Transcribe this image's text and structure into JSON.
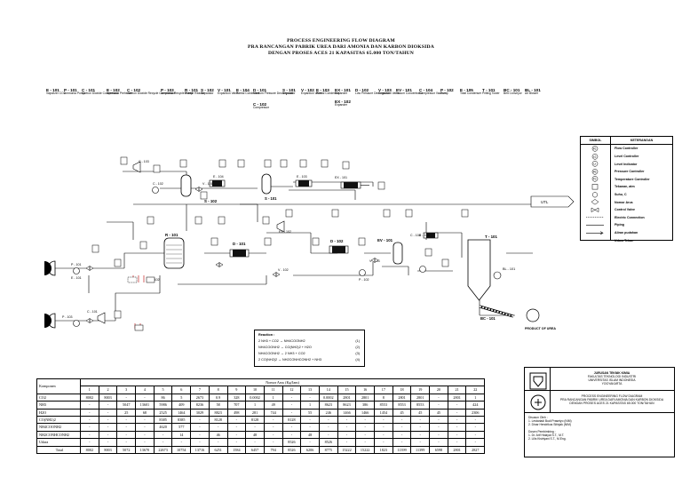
{
  "header": {
    "line1": "PROCESS ENGINEERING FLOW DIAGRAM",
    "line2": "PRA RANCANGAN PABRIK UREA DARI AMONIA DAN KARBON DIOKSIDA",
    "line3": "DENGAN PROSES ACES 21 KAPASITAS 65.000 TON/TAHUN"
  },
  "equipment": [
    {
      "code": "E - 101",
      "name": "Vaporizer CO2"
    },
    {
      "code": "P - 101",
      "name": "Ammonia Pump"
    },
    {
      "code": "C - 101",
      "name": "Carbon Dioxide Compressor"
    },
    {
      "code": "E - 102",
      "name": "Ammonia Preheater"
    },
    {
      "code": "C - 102",
      "name": "Carbon Dioxide Recycle Compressor"
    },
    {
      "code": "P - 103",
      "name": "Ammonia Recycle Pump"
    },
    {
      "code": "R - 101",
      "name": "Bubble Reactor"
    },
    {
      "code": "S - 102",
      "name": "Separator"
    },
    {
      "code": "V - 101",
      "name": "Expantion Valve"
    },
    {
      "code": "E - 104",
      "name": "Partial Condenser"
    },
    {
      "code": "D - 101",
      "name": "Medium Pressure Decomposer"
    },
    {
      "code": "C - 102",
      "name": "Compressor"
    },
    {
      "code": "S - 101",
      "name": "Separator"
    },
    {
      "code": "V - 102",
      "name": "Expantion Valve"
    },
    {
      "code": "E - 103",
      "name": "Partial Condenser"
    },
    {
      "code": "EX - 101",
      "name": "Expander"
    },
    {
      "code": "EX - 102",
      "name": "Expander"
    },
    {
      "code": "D - 102",
      "name": "Low Pressure Decomposer"
    },
    {
      "code": "V - 103",
      "name": "Expantion Valve"
    },
    {
      "code": "EV - 101",
      "name": "Vacum Concentrator"
    },
    {
      "code": "C - 104",
      "name": "Compressor Vacuum"
    },
    {
      "code": "P - 102",
      "name": "Pump"
    },
    {
      "code": "E - 105",
      "name": "Total Condenser"
    },
    {
      "code": "T - 101",
      "name": "Prilling Tower"
    },
    {
      "code": "BC - 101",
      "name": "Belt Conveyor"
    },
    {
      "code": "BL - 101",
      "name": "Air Blower"
    }
  ],
  "legend": {
    "col_symbol": "SIMBOL",
    "col_desc": "KETERANGAN",
    "items": [
      {
        "label": "Flow Controller",
        "icon": "flow-controller-icon"
      },
      {
        "label": "Level Controller",
        "icon": "level-controller-icon"
      },
      {
        "label": "Level Indicator",
        "icon": "level-indicator-icon"
      },
      {
        "label": "Pressure Controller",
        "icon": "pressure-controller-icon"
      },
      {
        "label": "Temperature Controller",
        "icon": "temperature-controller-icon"
      },
      {
        "label": "Tekanan, atm",
        "icon": "pressure-tag-icon"
      },
      {
        "label": "Suhu, C",
        "icon": "temperature-tag-icon"
      },
      {
        "label": "Nomor Arus",
        "icon": "stream-number-icon"
      },
      {
        "label": "Control Valve",
        "icon": "control-valve-icon"
      },
      {
        "label": "Electric Connection",
        "icon": "electric-connection-icon"
      },
      {
        "label": "Piping",
        "icon": "piping-icon"
      },
      {
        "label": "Aliran pudahan",
        "icon": "flow-arrow-icon"
      },
      {
        "label": "Udara Tekan",
        "icon": "compressed-air-icon"
      }
    ]
  },
  "diagram_labels": {
    "r101": "R - 101",
    "s102": "S - 102",
    "s101": "S - 101",
    "d101": "D - 101",
    "d102": "D - 102",
    "ev101": "EV - 101",
    "t101": "T - 101",
    "utl": "UTL",
    "product": "PRODUCT OF UREA",
    "bc101": "BC - 101",
    "bl101": "BL - 101",
    "p101": "P - 101",
    "p102": "P - 102",
    "p103": "P - 103",
    "c101": "C - 101",
    "c102": "C - 102",
    "c103": "C - 103",
    "c104": "C - 104",
    "e101": "E - 101",
    "e102": "E - 102",
    "e103": "E - 103",
    "e104": "E - 104",
    "e105": "E - 105",
    "ex101": "EX - 101",
    "ex102": "EX - 102",
    "v101": "V - 101",
    "v102": "V - 102",
    "v103": "V - 103"
  },
  "reactions": {
    "heading": "Reaction :",
    "items": [
      {
        "eq": "2 NH3 + CO2  →  NH4COONH2",
        "num": "(1)"
      },
      {
        "eq": "NH4COONH2  →  CO(NH2)2 + H2O",
        "num": "(2)"
      },
      {
        "eq": "NH4COONH2  →  2 NH3 + CO2",
        "num": "(3)"
      },
      {
        "eq": "2 CO(NH2)2  →  NH2CONHCONH2 + NH3",
        "num": "(4)"
      }
    ]
  },
  "stream_table": {
    "komponen_label": "Komponen",
    "nomor_label": "Nomor Arus (Kg/Jam)",
    "columns": [
      "1",
      "2",
      "3",
      "4",
      "5",
      "6",
      "7",
      "8",
      "9",
      "10",
      "11",
      "12",
      "13",
      "14",
      "15",
      "16",
      "17",
      "18",
      "19",
      "20",
      "21",
      "22"
    ],
    "rows": [
      {
        "name": "CO2",
        "values": [
          "8002",
          "8003",
          "-",
          "-",
          "86",
          "5",
          "2673",
          "0.9",
          "328",
          "0.0002",
          "1",
          "-",
          "-",
          "0.0002",
          "2801",
          "2801",
          "8",
          "2801",
          "2801",
          "-",
          "2801",
          "1"
        ]
      },
      {
        "name": "NH3",
        "values": [
          "-",
          "-",
          "5047",
          "13601",
          "5986",
          "409",
          "8236",
          "58",
          "707",
          "1",
          "49",
          "-",
          "1",
          "8623",
          "8623",
          "386",
          "8553",
          "8553",
          "8553",
          "-",
          "-",
          "424"
        ]
      },
      {
        "name": "H2O",
        "values": [
          "-",
          "-",
          "25",
          "68",
          "2525",
          "1464",
          "3029",
          "8823",
          "498",
          "281",
          "744",
          "-",
          "55",
          "246",
          "1466",
          "1466",
          "1454",
          "45",
          "45",
          "45",
          "-",
          "2306"
        ]
      },
      {
        "name": "CO(NH2)2",
        "values": [
          "-",
          "-",
          "-",
          "-",
          "8385",
          "8385",
          "-",
          "8128",
          "-",
          "8128",
          "-",
          "8128",
          "-",
          "-",
          "-",
          "-",
          "-",
          "-",
          "-",
          "-",
          "-",
          "-"
        ]
      },
      {
        "name": "NH4COONH2",
        "values": [
          "-",
          "-",
          "-",
          "-",
          "4620",
          "577",
          "-",
          "-",
          "-",
          "-",
          "-",
          "-",
          "-",
          "-",
          "-",
          "-",
          "-",
          "-",
          "-",
          "-",
          "-",
          "-"
        ]
      },
      {
        "name": "NH2CONHCONH2",
        "values": [
          "-",
          "-",
          "-",
          "-",
          "-",
          "14",
          "-",
          "46",
          "-",
          "48",
          "-",
          "-",
          "48",
          "-",
          "-",
          "-",
          "-",
          "-",
          "-",
          "-",
          "-",
          "-"
        ]
      },
      {
        "name": "Udara",
        "values": [
          "-",
          "-",
          "-",
          "-",
          "-",
          "-",
          "-",
          "-",
          "-",
          "-",
          "-",
          "8526",
          "-",
          "8526",
          "-",
          "-",
          "-",
          "-",
          "-",
          "-",
          "-",
          "-"
        ]
      },
      {
        "name": "Total",
        "values": [
          "8002",
          "8003",
          "5072",
          "13670",
          "22673",
          "10754",
          "13716",
          "6251",
          "1584",
          "6457",
          "794",
          "8526",
          "6206",
          "8775",
          "15222",
          "15222",
          "1823",
          "11399",
          "11399",
          "6598",
          "2801",
          "2827"
        ]
      }
    ]
  },
  "title_block": {
    "dept1": "JURUSAN TEKNIK KIMIA",
    "dept2": "FAKULTAS TEKNOLOGI INDUSTRI",
    "dept3": "UNIVERSITAS ISLAM INDONESIA",
    "dept4": "YOGYAKARTA",
    "doc1": "PROCESS ENGINEERING FLOW DIAGRAM",
    "doc2": "PRA RANCANGAN PABRIK UREA DARI AMONIA DAN KARBON DIOKSIDA",
    "doc3": "DENGAN PROSES ACES 21 KAPASITAS 65.000 TON/TAHUN",
    "by_label": "Disusun Oleh :",
    "by1": "1. Lestariadi Budi Prasetyo   (NIM)",
    "by2": "2. Dinar Hendrikus Sitinjak    (NIM)",
    "adv_label": "Dosen Pembimbing :",
    "adv1": "1. Dr. Arif Hidayat S.T., M.T.",
    "adv2": "2. Lilis Kistriyani S.T., M.Eng."
  }
}
